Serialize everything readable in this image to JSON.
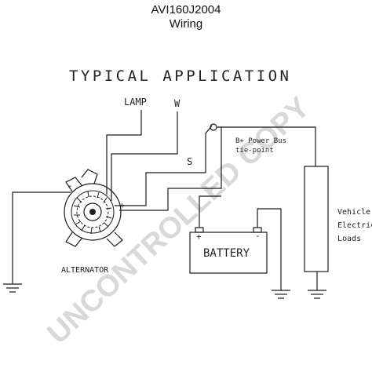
{
  "header": {
    "model": "AVI160J2004",
    "subtitle": "Wiring"
  },
  "diagram": {
    "title": "TYPICAL APPLICATION",
    "labels": {
      "lamp": "LAMP",
      "w": "W",
      "s": "S",
      "power_bus": "B+ Power Bus",
      "tie_point": "tie-point",
      "alternator": "ALTERNATOR",
      "battery": "BATTERY",
      "plus": "+",
      "minus": "-",
      "loads_1": "Vehicle",
      "loads_2": "Electric",
      "loads_3": "Loads"
    },
    "watermark": "UNCONTROLLED COPY"
  }
}
